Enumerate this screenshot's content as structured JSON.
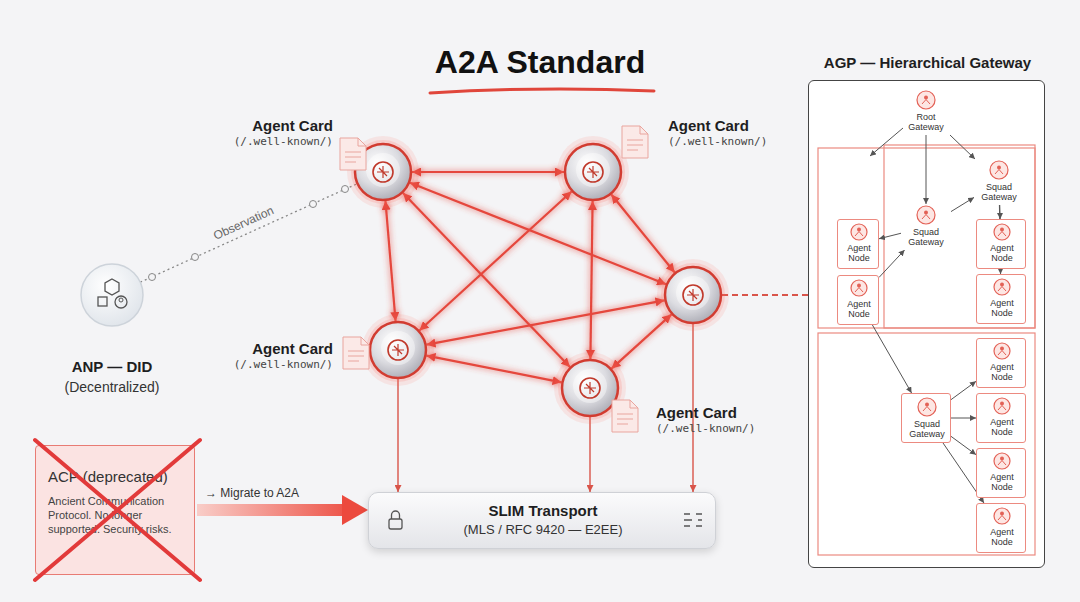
{
  "diagram": {
    "title": "A2A Standard",
    "nodes": [
      {
        "text": [
          "Agent Card",
          "(/.well-known/)"
        ]
      },
      {
        "text": [
          "Agent Card",
          "(/.well-known/)"
        ]
      },
      {
        "text": [
          "ANP — DID",
          "(Decentralized)"
        ]
      },
      {
        "text": []
      },
      {
        "text": [
          "Agent Card",
          "(/.well-known/)"
        ]
      },
      {
        "text": [
          "Agent Card",
          "(/.well-known/)"
        ]
      },
      {
        "text": [
          "ACP (deprecated)",
          "Ancient Communication Protocol. No longer supported. Security risks."
        ]
      },
      {
        "text": [
          "SLIM Transport",
          "(MLS / RFC 9420 — E2EE)"
        ]
      },
      {
        "text": [
          "AGP — Hierarchical Gateway"
        ]
      },
      {
        "text": [
          "Root Gateway"
        ],
        "in": 8
      },
      {
        "text": [
          "Squad Gateway"
        ],
        "in": 8
      },
      {
        "text": [
          "Agent Node"
        ],
        "in": 8
      },
      {
        "text": [
          "Squad Gateway"
        ],
        "in": 8
      },
      {
        "text": [
          "Agent Node"
        ],
        "in": 8
      },
      {
        "text": [
          "Agent Node"
        ],
        "in": 8
      },
      {
        "text": [
          "Agent Node"
        ],
        "in": 8
      },
      {
        "text": [
          "Squad Gateway"
        ],
        "in": 8
      },
      {
        "text": [
          "Agent Node"
        ],
        "in": 8
      },
      {
        "text": [
          "Agent Node"
        ],
        "in": 8
      },
      {
        "text": [
          "Agent Node"
        ],
        "in": 8
      },
      {
        "text": [
          "Agent Node"
        ],
        "in": 8
      }
    ],
    "edges": [
      {
        "from": 0,
        "to": 1,
        "arrow": "both"
      },
      {
        "from": 0,
        "to": 4,
        "arrow": "both"
      },
      {
        "from": 0,
        "to": 3,
        "arrow": "both"
      },
      {
        "from": 0,
        "to": 5,
        "arrow": "both"
      },
      {
        "from": 1,
        "to": 4,
        "arrow": "both"
      },
      {
        "from": 1,
        "to": 3,
        "arrow": "both"
      },
      {
        "from": 1,
        "to": 5,
        "arrow": "both"
      },
      {
        "from": 4,
        "to": 3,
        "arrow": "both"
      },
      {
        "from": 4,
        "to": 5,
        "arrow": "both"
      },
      {
        "from": 3,
        "to": 5,
        "arrow": "both"
      },
      {
        "from": 2,
        "to": 0,
        "arrow": "none",
        "label": "Observation"
      },
      {
        "from": 3,
        "to": 8,
        "arrow": "none"
      },
      {
        "from": 4,
        "to": 7,
        "arrow": "to"
      },
      {
        "from": 5,
        "to": 7,
        "arrow": "to"
      },
      {
        "from": 3,
        "to": 7,
        "arrow": "to"
      },
      {
        "from": 6,
        "to": 7,
        "arrow": "to",
        "label": "→ Migrate to A2A"
      },
      {
        "from": 9,
        "to": 12,
        "arrow": "to"
      },
      {
        "from": 9,
        "to": 10,
        "arrow": "to"
      },
      {
        "from": 12,
        "to": 11,
        "arrow": "to"
      },
      {
        "from": 14,
        "to": 12,
        "arrow": "to"
      },
      {
        "from": 12,
        "to": 10,
        "arrow": "to"
      },
      {
        "from": 10,
        "to": 13,
        "arrow": "to"
      },
      {
        "from": 10,
        "to": 15,
        "arrow": "to"
      },
      {
        "from": 14,
        "to": 16,
        "arrow": "to"
      },
      {
        "from": 16,
        "to": 17,
        "arrow": "to"
      },
      {
        "from": 16,
        "to": 18,
        "arrow": "to"
      },
      {
        "from": 16,
        "to": 19,
        "arrow": "to"
      },
      {
        "from": 16,
        "to": 20,
        "arrow": "to"
      }
    ]
  }
}
